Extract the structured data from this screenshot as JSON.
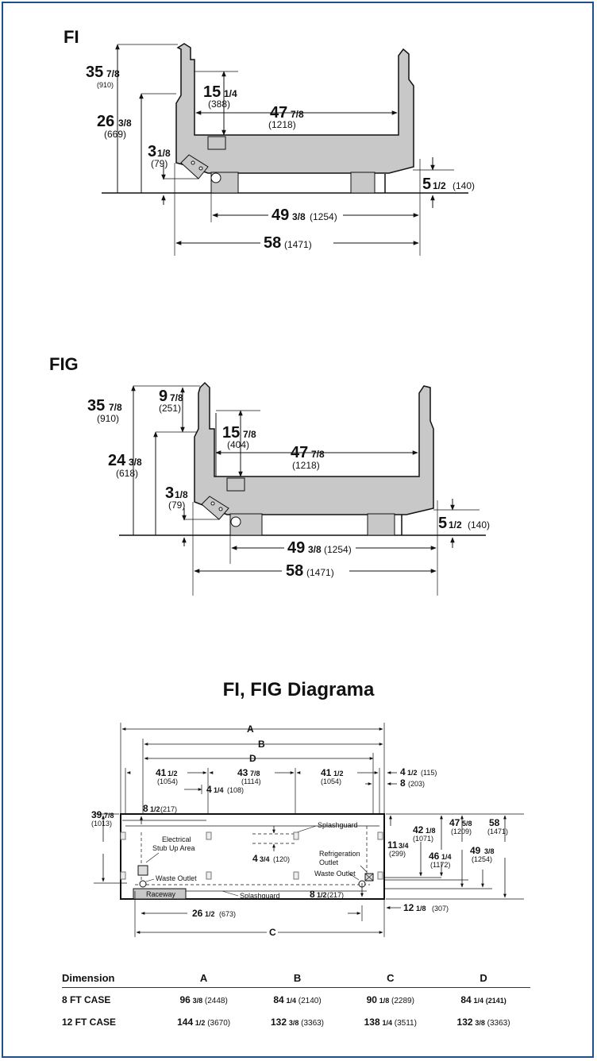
{
  "fig1": {
    "label": "FI",
    "d_total": {
      "v": "35",
      "f": "7/8",
      "mm": "(910)"
    },
    "d_26": {
      "v": "26",
      "f": "3/8",
      "mm": "(669)"
    },
    "d_15": {
      "v": "15",
      "f": "1/4",
      "mm": "(388)"
    },
    "d_47": {
      "v": "47",
      "f": "7/8",
      "mm": "(1218)"
    },
    "d_3": {
      "v": "3",
      "f": "1/8",
      "mm": "(79)"
    },
    "d_5": {
      "v": "5",
      "f": "1/2",
      "mm": "(140)"
    },
    "d_49": {
      "v": "49",
      "f": "3/8",
      "mm": "(1254)"
    },
    "d_58": {
      "v": "58",
      "mm": "(1471)"
    }
  },
  "fig2": {
    "label": "FIG",
    "d_total": {
      "v": "35",
      "f": "7/8",
      "mm": "(910)"
    },
    "d_9": {
      "v": "9",
      "f": "7/8",
      "mm": "(251)"
    },
    "d_24": {
      "v": "24",
      "f": "3/8",
      "mm": "(618)"
    },
    "d_15": {
      "v": "15",
      "f": "7/8",
      "mm": "(404)"
    },
    "d_47": {
      "v": "47",
      "f": "7/8",
      "mm": "(1218)"
    },
    "d_3": {
      "v": "3",
      "f": "1/8",
      "mm": "(79)"
    },
    "d_5": {
      "v": "5",
      "f": "1/2",
      "mm": "(140)"
    },
    "d_49": {
      "v": "49",
      "f": "3/8",
      "mm": "(1254)"
    },
    "d_58": {
      "v": "58",
      "mm": "(1471)"
    }
  },
  "plan": {
    "title": "FI, FIG Diagrama",
    "A": "A",
    "B": "B",
    "C": "C",
    "D": "D",
    "d41a": {
      "v": "41",
      "f": "1/2",
      "mm": "(1054)"
    },
    "d43": {
      "v": "43",
      "f": "7/8",
      "mm": "(1114)"
    },
    "d41b": {
      "v": "41",
      "f": "1/2",
      "mm": "(1054)"
    },
    "d4_5": {
      "v": "4",
      "f": "1/2",
      "mm": "(115)"
    },
    "d8": {
      "v": "8",
      "mm": "(203)"
    },
    "d4_25": {
      "v": "4",
      "f": "1/4",
      "mm": "(108)"
    },
    "d8_5a": {
      "v": "8",
      "f": "1/2",
      "mm": "(217)"
    },
    "d39": {
      "v": "39",
      "f": "7/8",
      "mm": "(1013)"
    },
    "d4_75": {
      "v": "4",
      "f": "3/4",
      "mm": "(120)"
    },
    "d42": {
      "v": "42",
      "f": "1/8",
      "mm": "(1071)"
    },
    "d47_5": {
      "v": "47",
      "f": "5/8",
      "mm": "(1209)"
    },
    "d58": {
      "v": "58",
      "mm": "(1471)"
    },
    "d11": {
      "v": "11",
      "f": "3/4",
      "mm": "(299)"
    },
    "d46": {
      "v": "46",
      "f": "1/4",
      "mm": "(1172)"
    },
    "d49": {
      "v": "49",
      "f": "3/8",
      "mm": "(1254)"
    },
    "d8_5b": {
      "v": "8",
      "f": "1/2",
      "mm": "(217)"
    },
    "d26": {
      "v": "26",
      "f": "1/2",
      "mm": "(673)"
    },
    "d12": {
      "v": "12",
      "f": "1/8",
      "mm": "(307)"
    },
    "splashguard_top": "Splashguard",
    "splashguard_bottom": "Splashguard",
    "electrical": [
      "Electrical",
      "Stub Up Area"
    ],
    "waste_left": "Waste Outlet",
    "waste_right": "Waste Outlet",
    "refrigeration": [
      "Refrigeration",
      "Outlet"
    ],
    "raceway": "Raceway"
  },
  "table": {
    "headers": [
      "Dimension",
      "A",
      "B",
      "C",
      "D"
    ],
    "rows": [
      {
        "label": "8 FT CASE",
        "cells": [
          {
            "v": "96",
            "f": "3/8",
            "mm": "(2448)"
          },
          {
            "v": "84",
            "f": "1/4",
            "mm": "(2140)"
          },
          {
            "v": "90",
            "f": "1/8",
            "mm": "(2289)"
          },
          {
            "v": "84",
            "f": "1/4",
            "mm": "(2141)"
          }
        ]
      },
      {
        "label": "12 FT CASE",
        "cells": [
          {
            "v": "144",
            "f": "1/2",
            "mm": "(3670)"
          },
          {
            "v": "132",
            "f": "3/8",
            "mm": "(3363)"
          },
          {
            "v": "138",
            "f": "1/4",
            "mm": "(3511)"
          },
          {
            "v": "132",
            "f": "3/8",
            "mm": "(3363)"
          }
        ]
      }
    ]
  }
}
